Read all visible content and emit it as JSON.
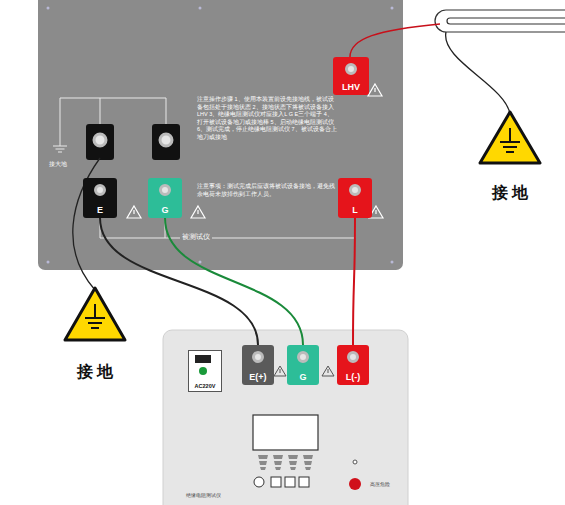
{
  "diagram": {
    "nodes": [
      {
        "text": [
          "注意操作步骤 1、使用本装置前设先接地线，被试设备包括处于接地状态 2、接地状态下将被试设备接入 LHV 3、绝缘电阻测试仪对应接入L G E三个端子 4、打开被试设备地刀或接地棒 5、启动绝缘电阻测试仪 6、测试完成，停止绝缘电阻测试仪 7、被试设备合上地刀或接地",
          "注意事项：测试完成后应该将被试设备接地，避免残余电荷未放掉伤到工作人员。"
        ]
      },
      {
        "text": [
          "E"
        ],
        "in": 0
      },
      {
        "text": [
          "G"
        ],
        "in": 0
      },
      {
        "text": [
          "L"
        ],
        "in": 0
      },
      {
        "text": [
          "LHV"
        ],
        "in": 0
      },
      {
        "text": [
          "接 地"
        ]
      },
      {
        "text": [
          "接 地"
        ]
      },
      {
        "text": [
          "AC220V"
        ]
      },
      {
        "text": [
          "E(+)"
        ]
      },
      {
        "text": [
          "G"
        ]
      },
      {
        "text": [
          "L(-)"
        ]
      }
    ],
    "edges": [
      {
        "from": 1,
        "to": 8,
        "arrow": "none"
      },
      {
        "from": 2,
        "to": 9,
        "arrow": "none"
      },
      {
        "from": 3,
        "to": 10,
        "arrow": "none"
      }
    ],
    "labels": [
      "接大地",
      "被测试仪",
      "绝缘电阻测试仪",
      "高压危险"
    ]
  }
}
